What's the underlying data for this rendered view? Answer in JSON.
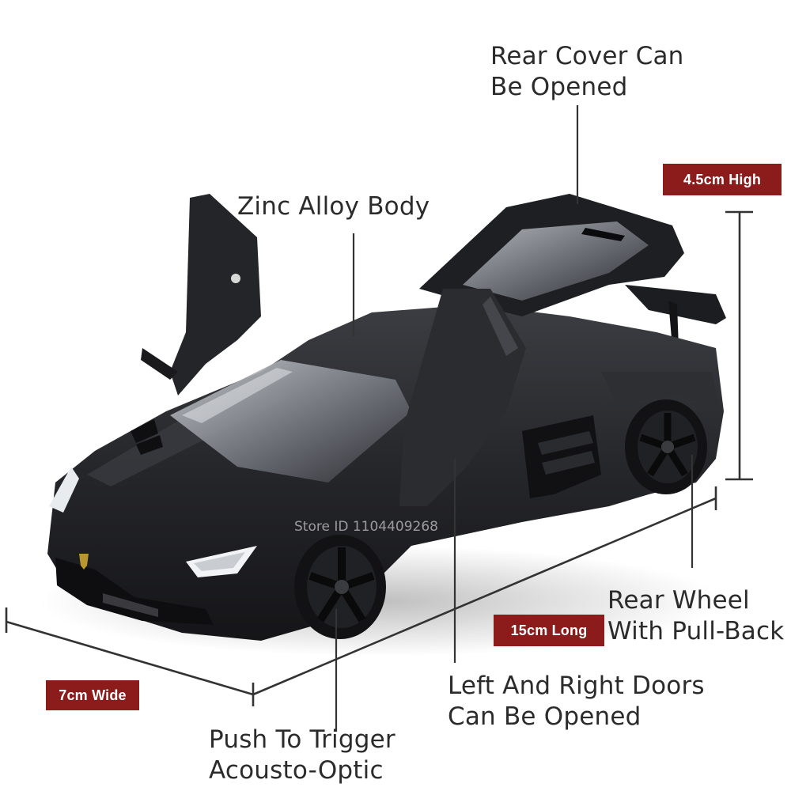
{
  "colors": {
    "car_body": "#222326",
    "car_highlight": "#4a4b50",
    "badge_bg": "#8c1c1c",
    "badge_text": "#ffffff",
    "callout_text": "#2b2b2b",
    "leader_line": "#333333"
  },
  "callouts": {
    "rear_cover": {
      "line1": "Rear Cover Can",
      "line2": "Be Opened"
    },
    "zinc_alloy": "Zinc Alloy Body",
    "rear_wheel": {
      "line1": "Rear Wheel",
      "line2": "With Pull-Back"
    },
    "doors": {
      "line1": "Left And Right Doors",
      "line2": "Can Be Opened"
    },
    "push_trigger": {
      "line1": "Push To Trigger",
      "line2": "Acousto-Optic"
    }
  },
  "dimensions": {
    "height": "4.5cm High",
    "length": "15cm Long",
    "width": "7cm Wide"
  },
  "watermark": "Store ID 1104409268"
}
